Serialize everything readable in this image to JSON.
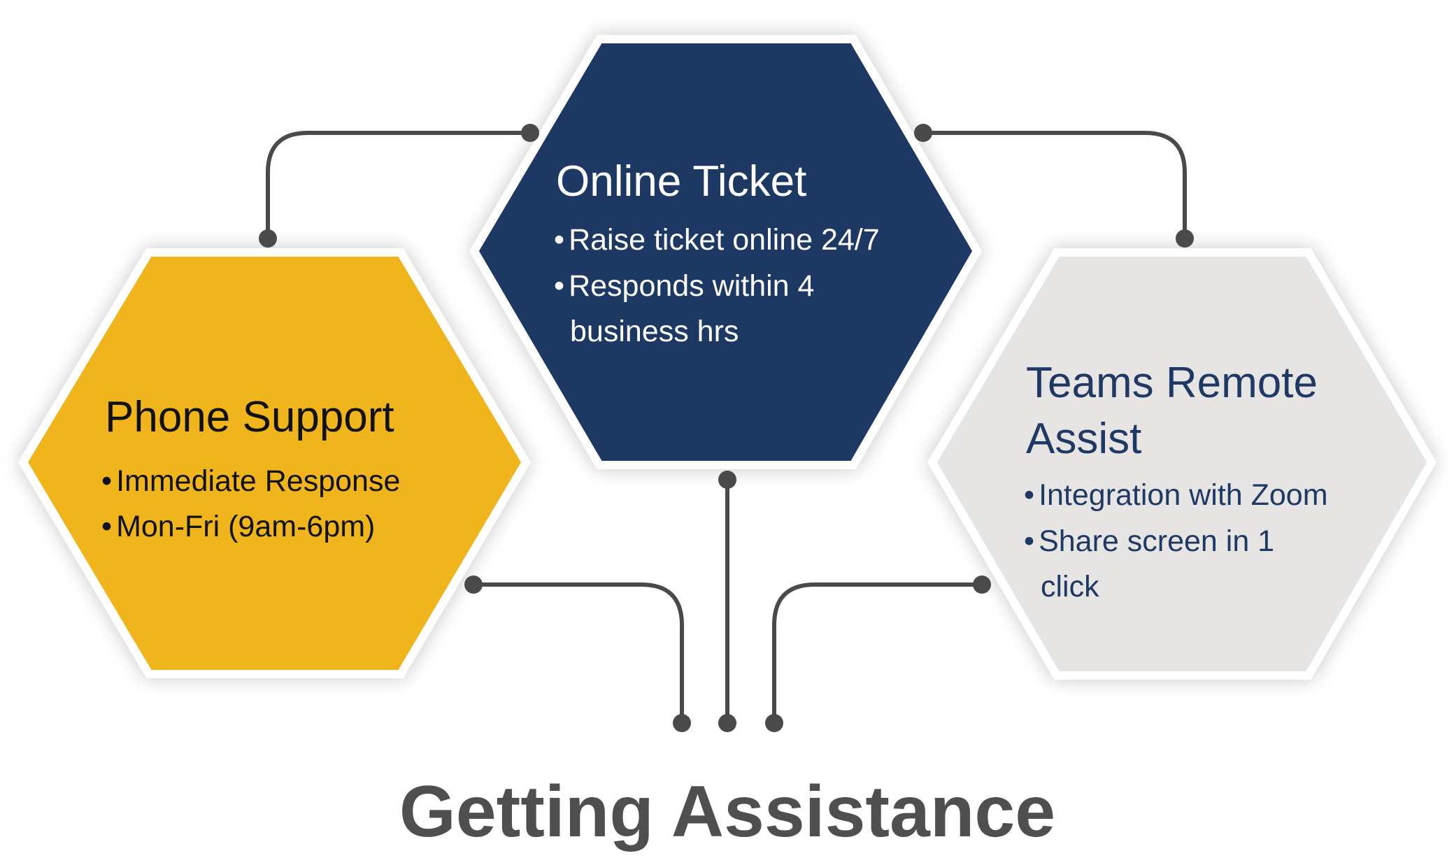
{
  "diagram": {
    "title": "Getting Assistance",
    "colors": {
      "connector": "#4a4a4a",
      "hex_border": "#ffffff",
      "title_text": "#4f4f4f"
    },
    "nodes": [
      {
        "id": "phone-support",
        "title_lines": [
          "Phone Support"
        ],
        "bullets": [
          [
            "Immediate Response"
          ],
          [
            "Mon-Fri (9am-6pm)"
          ]
        ],
        "fill": "#f0b41c",
        "text_color": "#111111"
      },
      {
        "id": "online-ticket",
        "title_lines": [
          "Online Ticket"
        ],
        "bullets": [
          [
            "Raise ticket online 24/7"
          ],
          [
            "Responds within 4",
            "business hrs"
          ]
        ],
        "fill": "#1f3864",
        "text_color": "#ffffff"
      },
      {
        "id": "teams-remote-assist",
        "title_lines": [
          "Teams Remote",
          "Assist"
        ],
        "bullets": [
          [
            "Integration with Zoom"
          ],
          [
            "Share screen in 1",
            "click"
          ]
        ],
        "fill": "#e6e5e4",
        "text_color": "#1f3864"
      }
    ]
  }
}
